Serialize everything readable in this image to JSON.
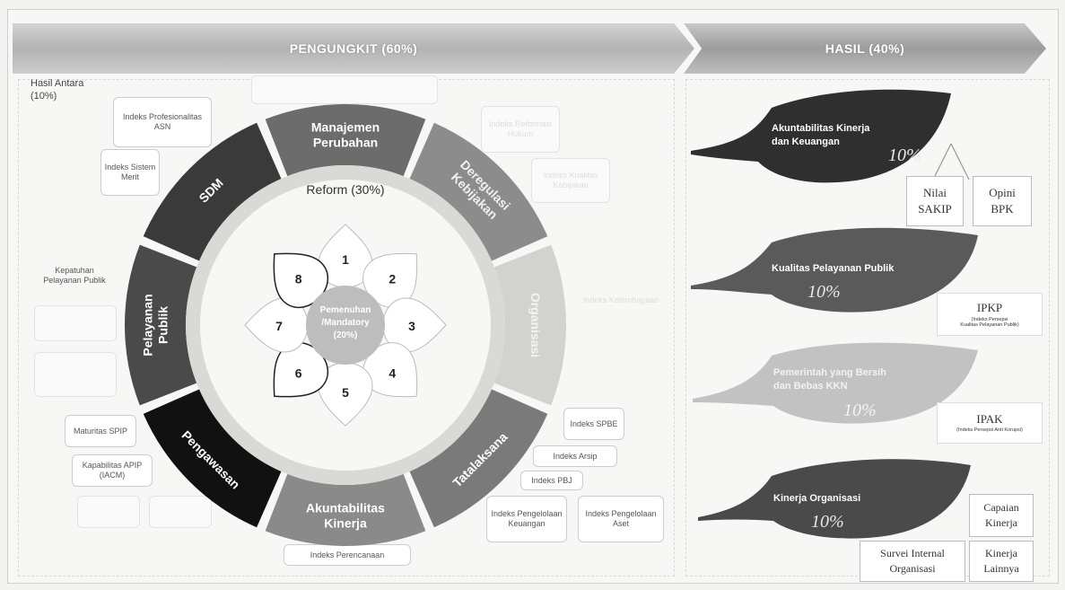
{
  "banners": {
    "pengungkit": "PENGUNGKIT (60%)",
    "hasil": "HASIL (40%)"
  },
  "hasil_antara": {
    "line1": "Hasil Antara",
    "line2": "(10%)"
  },
  "wheel": {
    "reform_label": "Reform (30%)",
    "center_label": [
      "Pemenuhan",
      "/Mandatory",
      "(20%)"
    ],
    "segments": [
      {
        "name": "manajemen-perubahan",
        "label": [
          "Manajemen",
          "Perubahan"
        ]
      },
      {
        "name": "deregulasi-kebijakan",
        "label": [
          "Deregulasi",
          "Kebijakan"
        ]
      },
      {
        "name": "organisasi",
        "label": [
          "Organisasi"
        ]
      },
      {
        "name": "tatalaksana",
        "label": [
          "Tatalaksana"
        ]
      },
      {
        "name": "akuntabilitas-kinerja",
        "label": [
          "Akuntabilitas",
          "Kinerja"
        ]
      },
      {
        "name": "pengawasan",
        "label": [
          "Pengawasan"
        ]
      },
      {
        "name": "pelayanan-publik",
        "label": [
          "Pelayanan",
          "Publik"
        ]
      },
      {
        "name": "sdm",
        "label": [
          "SDM"
        ]
      }
    ],
    "petals": [
      "1",
      "2",
      "3",
      "4",
      "5",
      "6",
      "7",
      "8"
    ]
  },
  "indices": {
    "profesionalitas": "Indeks Profesionalitas ASN",
    "sistem_merit": "Indeks Sistem Merit",
    "kepatuhan": "Kepatuhan Pelayanan Publik",
    "maturitas": "Maturitas SPIP",
    "kapabilitas": "Kapabilitas APIP (IACM)",
    "perencanaan": "Indeks Perencanaan",
    "spbe": "Indeks SPBE",
    "arsip": "Indeks Arsip",
    "pbj": "Indeks PBJ",
    "keuangan": "Indeks Pengelolaan Keuangan",
    "aset": "Indeks Pengelolaan Aset"
  },
  "faded_labels": {
    "reformasi": "Indeks Reformasi Hukum",
    "kualitas": "Indeks Kualitas Kebijakan",
    "kelembagaan": "Indeks Kelembagaan"
  },
  "hasil_panel": {
    "leaf1": {
      "title": [
        "Akuntabilitas Kinerja",
        "dan Keuangan"
      ],
      "pct": "10%"
    },
    "leaf2": {
      "title": [
        "Kualitas Pelayanan Publik"
      ],
      "pct": "10%"
    },
    "leaf3": {
      "title": [
        "Pemerintah yang Bersih",
        "dan Bebas KKN"
      ],
      "pct": "10%"
    },
    "leaf4": {
      "title": [
        "Kinerja Organisasi"
      ],
      "pct": "10%"
    },
    "nilai_sakip": [
      "Nilai",
      "SAKIP"
    ],
    "opini_bpk": [
      "Opini",
      "BPK"
    ],
    "ipkp": {
      "title": "IPKP",
      "sub": [
        "(Indeks Persepsi",
        "Kualitas Pelayanan Publik)"
      ]
    },
    "ipak": {
      "title": "IPAK",
      "sub": "(Indeks Persepsi Anti Korupsi)"
    },
    "capaian_kinerja": [
      "Capaian",
      "Kinerja"
    ],
    "kinerja_lainnya": [
      "Kinerja",
      "Lainnya"
    ],
    "survei_internal": [
      "Survei Internal",
      "Organisasi"
    ]
  },
  "colors": {
    "dark_segment": "#3a3a3a",
    "mid_segment": "#6e6e6e",
    "light_segment": "#b0b0b0",
    "black_segment": "#111111"
  }
}
